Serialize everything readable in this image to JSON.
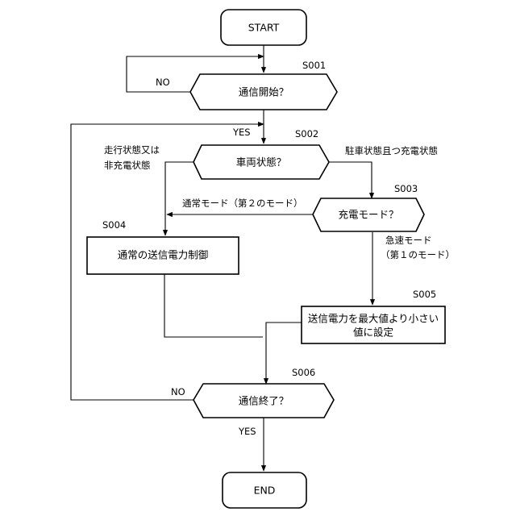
{
  "nodes": {
    "start": "START",
    "s001_step": "S001",
    "s001_text": "通信開始？",
    "s002_step": "S002",
    "s002_text": "車両状態？",
    "s003_step": "S003",
    "s003_text": "充電モード？",
    "s004_step": "S004",
    "s004_text": "通常の送信電力制御",
    "s005_step": "S005",
    "s005_text_line1": "送信電力を最大値より小さい",
    "s005_text_line2": "値に設定",
    "s006_step": "S006",
    "s006_text": "通信終了？",
    "end": "END"
  },
  "edges": {
    "s001_no": "NO",
    "s001_yes": "YES",
    "s002_left_line1": "走行状態又は",
    "s002_left_line2": "非充電状態",
    "s002_right": "駐車状態且つ充電状態",
    "s003_left": "通常モード（第２のモード）",
    "s003_down_line1": "急速モード",
    "s003_down_line2": "（第１のモード）",
    "s006_no": "NO",
    "s006_yes": "YES"
  },
  "colors": {
    "stroke": "#000000",
    "background": "#ffffff"
  }
}
